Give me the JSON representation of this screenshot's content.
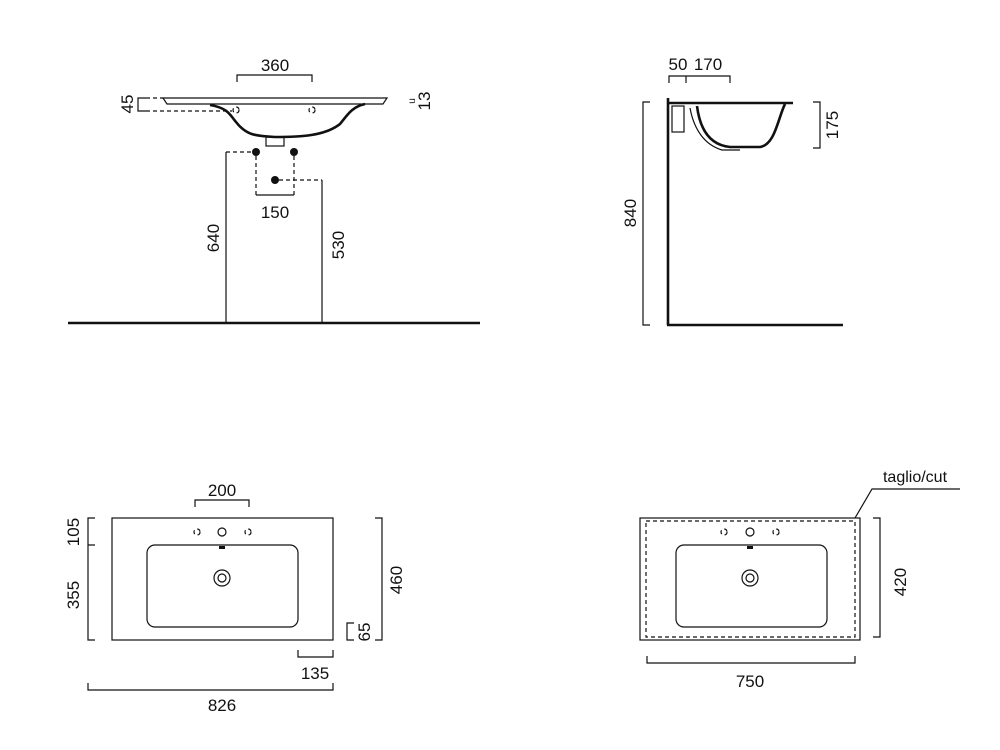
{
  "front_view": {
    "width_360": "360",
    "depth_45": "45",
    "thickness_13": "13",
    "thickness_symbol": "u",
    "spacing_150": "150",
    "height_640": "640",
    "height_530": "530"
  },
  "side_view": {
    "offset_50": "50",
    "offset_170": "170",
    "bowl_depth_175": "175",
    "total_height_840": "840"
  },
  "top_view_full": {
    "tap_spacing_200": "200",
    "front_105": "105",
    "basin_355": "355",
    "depth_460": "460",
    "edge_65": "65",
    "edge_135": "135",
    "width_826": "826"
  },
  "top_view_cut": {
    "cut_label": "taglio/cut",
    "depth_420": "420",
    "width_750": "750"
  }
}
